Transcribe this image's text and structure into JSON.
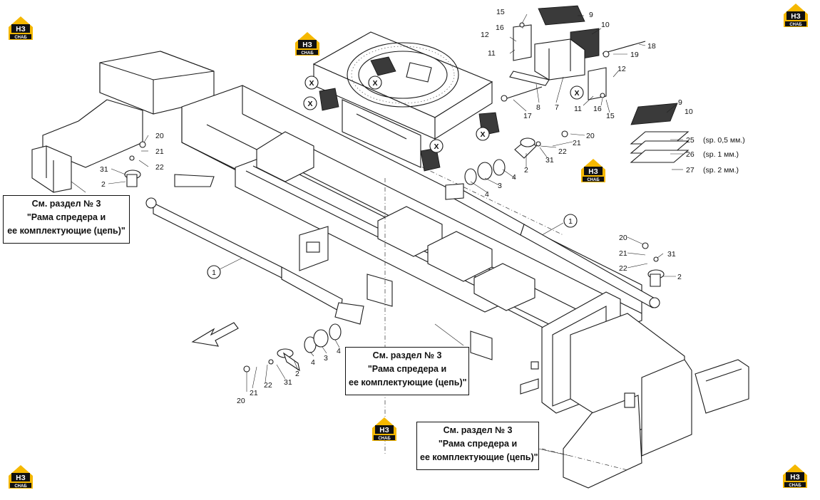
{
  "logo": {
    "top_text": "НЗ",
    "bottom_text": "СНАБ",
    "colors": {
      "gold": "#f5b800",
      "black": "#111111"
    }
  },
  "notes": [
    {
      "line1": "См. раздел № 3",
      "line2": "\"Рама спредера и",
      "line3": "ее комплектующие (цепь)\""
    },
    {
      "line1": "См. раздел № 3",
      "line2": "\"Рама спредера и",
      "line3": "ее комплектующие (цепь)\""
    },
    {
      "line1": "См. раздел № 3",
      "line2": "\"Рама спредера и",
      "line3": "ее комплектующие (цепь)\""
    }
  ],
  "inset": {
    "callouts": [
      "9",
      "10",
      "25",
      "26",
      "27"
    ],
    "labels": [
      "(sp. 0,5 мм.)",
      "(sp. 1 мм.)",
      "(sp. 2 мм.)"
    ]
  },
  "part_numbers": {
    "top_right": [
      "15",
      "16",
      "12",
      "11",
      "9",
      "10",
      "18",
      "19",
      "12",
      "8",
      "7",
      "17",
      "11",
      "16",
      "15"
    ],
    "right_pin": [
      "20",
      "21",
      "22",
      "31",
      "2",
      "4",
      "3",
      "4"
    ],
    "left_pin": [
      "20",
      "21",
      "22",
      "31",
      "2"
    ],
    "front_pin": [
      "4",
      "3",
      "4",
      "2",
      "31",
      "22",
      "21",
      "20"
    ],
    "far_right_pin": [
      "20",
      "21",
      "22",
      "31",
      "2"
    ],
    "cylinders": [
      "1",
      "1"
    ],
    "cross_marker": "X"
  }
}
